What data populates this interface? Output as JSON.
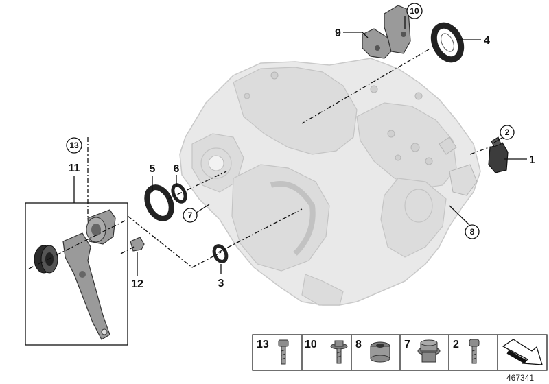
{
  "callouts": {
    "c1": "1",
    "c2": "2",
    "c3": "3",
    "c4": "4",
    "c5": "5",
    "c6": "6",
    "c7": "7",
    "c8": "8",
    "c9": "9",
    "c10": "10",
    "c11": "11",
    "c12": "12",
    "c13": "13"
  },
  "legend": {
    "cells": [
      "13",
      "10",
      "8",
      "7",
      "2"
    ]
  },
  "reference_number": "467341"
}
